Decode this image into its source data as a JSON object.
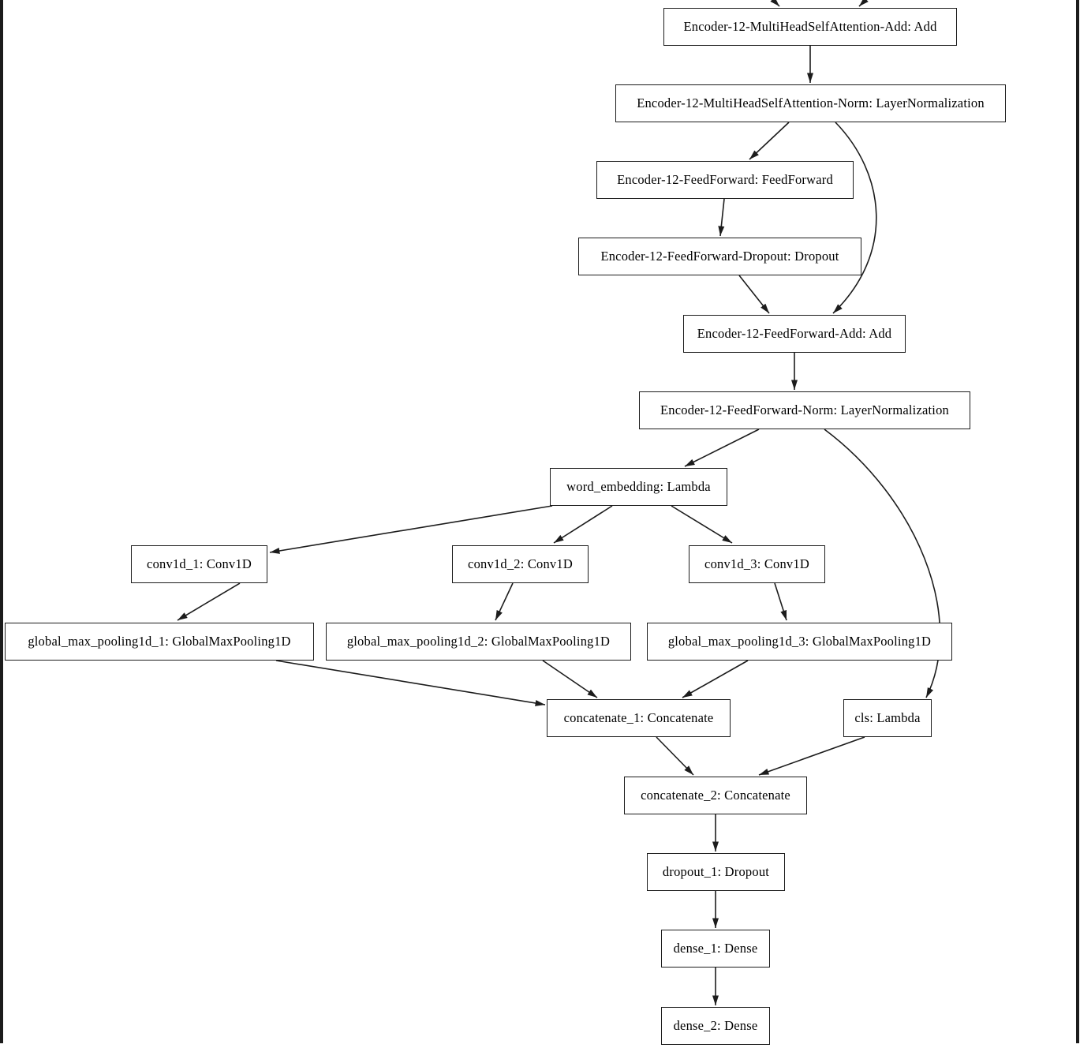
{
  "diagram": {
    "type": "keras-model-layer-graph",
    "background_color": "#ffffff",
    "node_border_color": "#1c1c1c",
    "edge_color": "#1c1c1c",
    "frame_bar_color": "#1c1c1c",
    "nodes": {
      "enc12_mhsa_add": {
        "label": "Encoder-12-MultiHeadSelfAttention-Add: Add"
      },
      "enc12_mhsa_norm": {
        "label": "Encoder-12-MultiHeadSelfAttention-Norm: LayerNormalization"
      },
      "enc12_ff": {
        "label": "Encoder-12-FeedForward: FeedForward"
      },
      "enc12_ff_dropout": {
        "label": "Encoder-12-FeedForward-Dropout: Dropout"
      },
      "enc12_ff_add": {
        "label": "Encoder-12-FeedForward-Add: Add"
      },
      "enc12_ff_norm": {
        "label": "Encoder-12-FeedForward-Norm: LayerNormalization"
      },
      "word_embedding": {
        "label": "word_embedding: Lambda"
      },
      "conv1d_1": {
        "label": "conv1d_1: Conv1D"
      },
      "conv1d_2": {
        "label": "conv1d_2: Conv1D"
      },
      "conv1d_3": {
        "label": "conv1d_3: Conv1D"
      },
      "gmp_1": {
        "label": "global_max_pooling1d_1: GlobalMaxPooling1D"
      },
      "gmp_2": {
        "label": "global_max_pooling1d_2: GlobalMaxPooling1D"
      },
      "gmp_3": {
        "label": "global_max_pooling1d_3: GlobalMaxPooling1D"
      },
      "concatenate_1": {
        "label": "concatenate_1: Concatenate"
      },
      "cls": {
        "label": "cls: Lambda"
      },
      "concatenate_2": {
        "label": "concatenate_2: Concatenate"
      },
      "dropout_1": {
        "label": "dropout_1: Dropout"
      },
      "dense_1": {
        "label": "dense_1: Dense"
      },
      "dense_2": {
        "label": "dense_2: Dense"
      }
    },
    "edges": [
      {
        "from": "offscreen-above-left",
        "to": "enc12_mhsa_add"
      },
      {
        "from": "offscreen-above-right",
        "to": "enc12_mhsa_add"
      },
      {
        "from": "enc12_mhsa_add",
        "to": "enc12_mhsa_norm"
      },
      {
        "from": "enc12_mhsa_norm",
        "to": "enc12_ff"
      },
      {
        "from": "enc12_mhsa_norm",
        "to": "enc12_ff_add"
      },
      {
        "from": "enc12_ff",
        "to": "enc12_ff_dropout"
      },
      {
        "from": "enc12_ff_dropout",
        "to": "enc12_ff_add"
      },
      {
        "from": "enc12_ff_add",
        "to": "enc12_ff_norm"
      },
      {
        "from": "enc12_ff_norm",
        "to": "word_embedding"
      },
      {
        "from": "enc12_ff_norm",
        "to": "cls"
      },
      {
        "from": "word_embedding",
        "to": "conv1d_1"
      },
      {
        "from": "word_embedding",
        "to": "conv1d_2"
      },
      {
        "from": "word_embedding",
        "to": "conv1d_3"
      },
      {
        "from": "conv1d_1",
        "to": "gmp_1"
      },
      {
        "from": "conv1d_2",
        "to": "gmp_2"
      },
      {
        "from": "conv1d_3",
        "to": "gmp_3"
      },
      {
        "from": "gmp_1",
        "to": "concatenate_1"
      },
      {
        "from": "gmp_2",
        "to": "concatenate_1"
      },
      {
        "from": "gmp_3",
        "to": "concatenate_1"
      },
      {
        "from": "concatenate_1",
        "to": "concatenate_2"
      },
      {
        "from": "cls",
        "to": "concatenate_2"
      },
      {
        "from": "concatenate_2",
        "to": "dropout_1"
      },
      {
        "from": "dropout_1",
        "to": "dense_1"
      },
      {
        "from": "dense_1",
        "to": "dense_2"
      }
    ]
  }
}
